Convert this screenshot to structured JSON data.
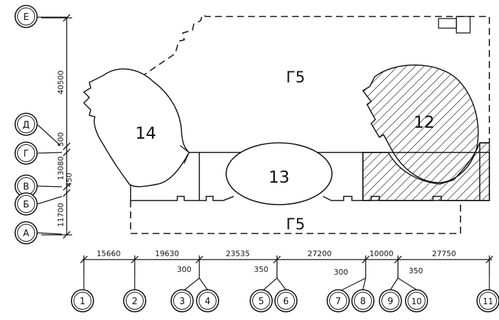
{
  "grid_rows": [
    {
      "id": "row-e",
      "label": "Е"
    },
    {
      "id": "row-d",
      "label": "Д"
    },
    {
      "id": "row-g",
      "label": "Г"
    },
    {
      "id": "row-v",
      "label": "В"
    },
    {
      "id": "row-b",
      "label": "Б"
    },
    {
      "id": "row-a",
      "label": "А"
    }
  ],
  "grid_columns": [
    {
      "id": "col-1",
      "label": "1"
    },
    {
      "id": "col-2",
      "label": "2"
    },
    {
      "id": "col-3",
      "label": "3"
    },
    {
      "id": "col-4",
      "label": "4"
    },
    {
      "id": "col-5",
      "label": "5"
    },
    {
      "id": "col-6",
      "label": "6"
    },
    {
      "id": "col-7",
      "label": "7"
    },
    {
      "id": "col-8",
      "label": "8"
    },
    {
      "id": "col-9",
      "label": "9"
    },
    {
      "id": "col-10",
      "label": "10"
    },
    {
      "id": "col-11",
      "label": "11"
    }
  ],
  "vertical_dimensions": [
    {
      "id": "dim-e-d",
      "label": "40500"
    },
    {
      "id": "dim-d-g",
      "label": "500"
    },
    {
      "id": "dim-g-v",
      "label": "13080"
    },
    {
      "id": "dim-v-b",
      "label": "450"
    },
    {
      "id": "dim-b-a",
      "label": "11700"
    }
  ],
  "horizontal_dimensions": [
    {
      "id": "dim-1-2",
      "label": "15660"
    },
    {
      "id": "dim-2-3",
      "label": "19630"
    },
    {
      "id": "dim-3-4",
      "label": "300"
    },
    {
      "id": "dim-4-5",
      "label": "23535"
    },
    {
      "id": "dim-5-6",
      "label": "350"
    },
    {
      "id": "dim-6-7",
      "label": "27200"
    },
    {
      "id": "dim-7-8",
      "label": "300"
    },
    {
      "id": "dim-8-9",
      "label": "10000"
    },
    {
      "id": "dim-9-10",
      "label": "350"
    },
    {
      "id": "dim-10-11",
      "label": "27750"
    }
  ],
  "zones": {
    "g5_top": "Г5",
    "g5_bottom": "Г5",
    "block_14": "14",
    "block_13": "13",
    "block_12": "12"
  }
}
